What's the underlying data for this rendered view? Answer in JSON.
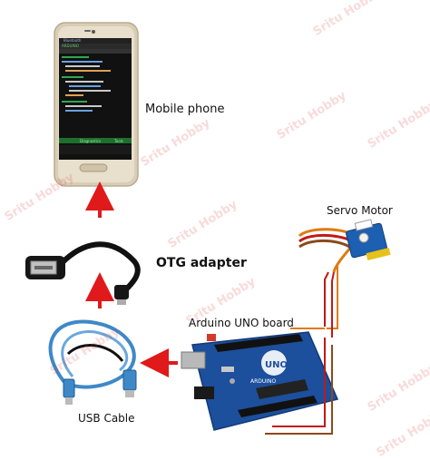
{
  "labels": {
    "mobile_phone": "Mobile phone",
    "otg_adapter": "OTG adapter",
    "servo_motor": "Servo Motor",
    "arduino_board": "Arduino UNO board",
    "usb_cable": "USB Cable"
  },
  "phone_screen": {
    "status_brand": "Bluetooth",
    "code_header": "ARDUINO",
    "bottom_bar_left": "Diagnostics",
    "bottom_bar_right": "Tools"
  },
  "board_text": {
    "uno": "UNO",
    "arduino": "ARDUINO"
  },
  "watermark_text": "Sritu Hobby",
  "colors": {
    "arrow": "#e0191b",
    "board_blue": "#1c4f9c",
    "phone_gold": "#d8ccb4",
    "cable_blue": "#3f88c8",
    "servo_blue": "#1d5fb0"
  }
}
